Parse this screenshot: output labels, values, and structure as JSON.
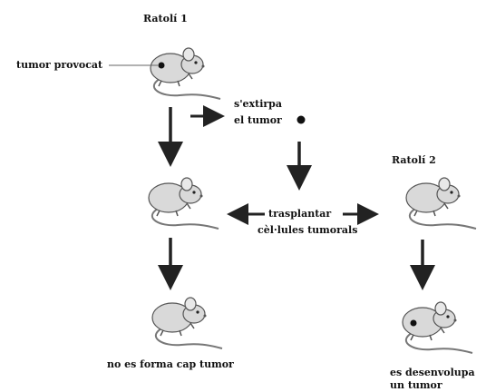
{
  "mouse1": {
    "title": "Ratolí 1"
  },
  "mouse2": {
    "title": "Ratolí 2"
  },
  "labels": {
    "tumor_provocat": "tumor provocat",
    "extirpa_line1": "s'extirpa",
    "extirpa_line2": "el tumor",
    "trasplantar_line1": "trasplantar",
    "trasplantar_line2": "cèl·lules tumorals",
    "no_tumor": "no es forma cap tumor",
    "desenvolupa_line1": "es desenvolupa",
    "desenvolupa_line2": "un tumor"
  },
  "colors": {
    "mouse_fill": "#d9d9d9",
    "mouse_stroke": "#555555",
    "arrow": "#222222",
    "tumor": "#111111"
  }
}
